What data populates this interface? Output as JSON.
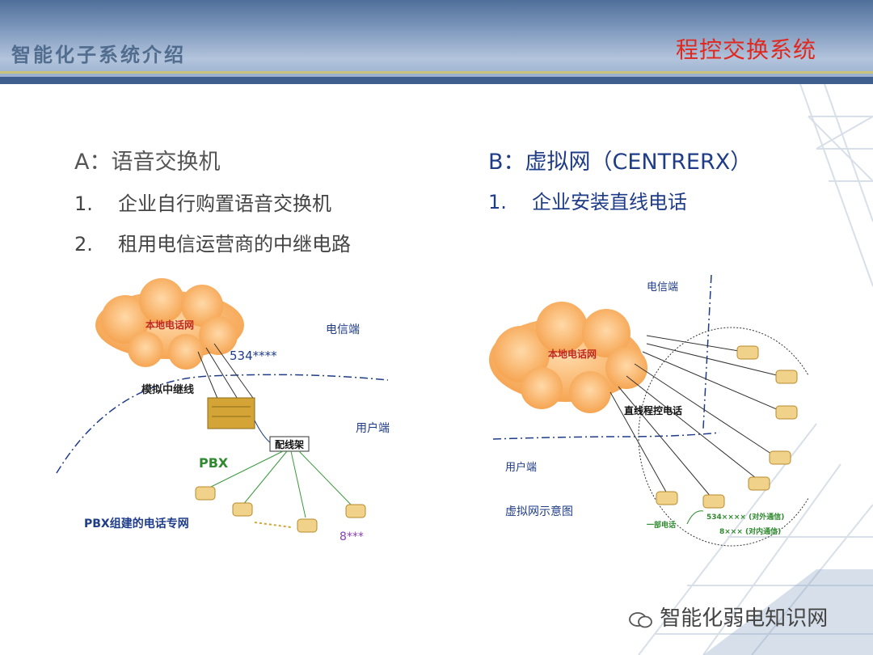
{
  "header": {
    "section": "智能化子系统介绍",
    "title": "程控交换系统"
  },
  "left": {
    "heading": "A：语音交换机",
    "items": [
      {
        "num": "1.",
        "text": "企业自行购置语音交换机"
      },
      {
        "num": "2.",
        "text": "租用电信运营商的中继电路"
      }
    ],
    "diagram": {
      "cloud": "本地电话网",
      "telecom": "电信端",
      "number": "534****",
      "trunk": "模拟中继线",
      "user": "用户端",
      "frame": "配线架",
      "pbx": "PBX",
      "caption": "PBX组建的电话专网",
      "ext": "8***"
    }
  },
  "right": {
    "heading": "B：虚拟网（CENTRERX）",
    "items": [
      {
        "num": "1.",
        "text": "企业安装直线电话"
      }
    ],
    "diagram": {
      "telecom": "电信端",
      "cloud": "本地电话网",
      "line": "直线程控电话",
      "user": "用户端",
      "caption": "虚拟网示意图",
      "phone": "一部电话",
      "ext_out": "534×××× (对外通信)",
      "ext_in": "8××× (对内通信)"
    }
  },
  "watermark": "智能化弱电知识网"
}
